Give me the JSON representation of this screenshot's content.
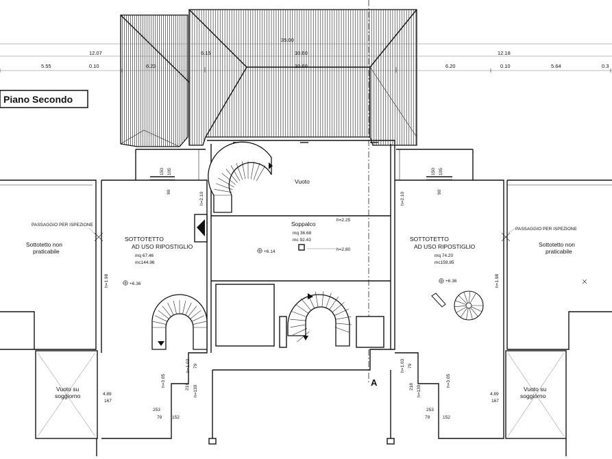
{
  "title": "Piano Secondo",
  "section_marker": "A",
  "dimensions": {
    "overall": "35.00",
    "top_left": "12.07",
    "top_mid_a": "6.15",
    "top_mid_b": "10.60",
    "top_right": "12.18",
    "row2": [
      "5.55",
      "0.10",
      "6.23",
      "10.60",
      "6.20",
      "0.10",
      "5.64",
      "0.3"
    ]
  },
  "rooms": {
    "vuoto_top": "Vuoto",
    "soppalco": {
      "name": "Soppalco",
      "mq": "mq  36.68",
      "mc": "mc  92.43",
      "h1": "h=2.25",
      "h2": "h=2.80",
      "level": "+6.14"
    },
    "left_store": {
      "l1": "SOTTOTETTO",
      "l2": "AD USO RIPOSTIGLIO",
      "mq": "mq  67.46",
      "mc": "mc144.96",
      "level": "+6.36"
    },
    "right_store": {
      "l1": "SOTTOTETTO",
      "l2": "AD USO RIPOSTIGLIO",
      "mq": "mq  74.20",
      "mc": "mc159.85",
      "level": "+6.36"
    },
    "left_attic": {
      "l1": "Sottotetto  non",
      "l2": "praticabile",
      "pass": "PASSAGGIO  PER  ISPEZIONE"
    },
    "right_attic": {
      "l1": "Sottotetto  non",
      "l2": "praticabile",
      "pass": "PASSAGGIO  PER  ISPEZIONE"
    },
    "left_void": {
      "l1": "Vuoto  su",
      "l2": "soggiorno"
    },
    "right_void": {
      "l1": "Vuoto  su",
      "l2": "soggiorno"
    }
  },
  "annotations": {
    "l_150": "150",
    "l_105": "105",
    "l_90": "90",
    "l_h210": "h=2.10",
    "l_h198": "h=1.98",
    "l_h103": "h=1.03",
    "l_79": "79",
    "l_h305": "h=3.05",
    "l_216": "216",
    "l_h130": "h=130",
    "l_253": "253",
    "l_79b": "79",
    "l_152": "152",
    "l_489": "4.89",
    "l_167": "167",
    "r_150": "150",
    "r_105": "105",
    "r_90": "90",
    "r_h210": "h=2.10",
    "r_h198": "h=1.98",
    "r_h103": "h=1.03",
    "r_79": "79",
    "r_h305": "h=3.05",
    "r_218": "218",
    "r_h130": "h=130",
    "r_253": "253",
    "r_79b": "79",
    "r_152": "152",
    "r_489": "4.89",
    "r_167": "167"
  }
}
